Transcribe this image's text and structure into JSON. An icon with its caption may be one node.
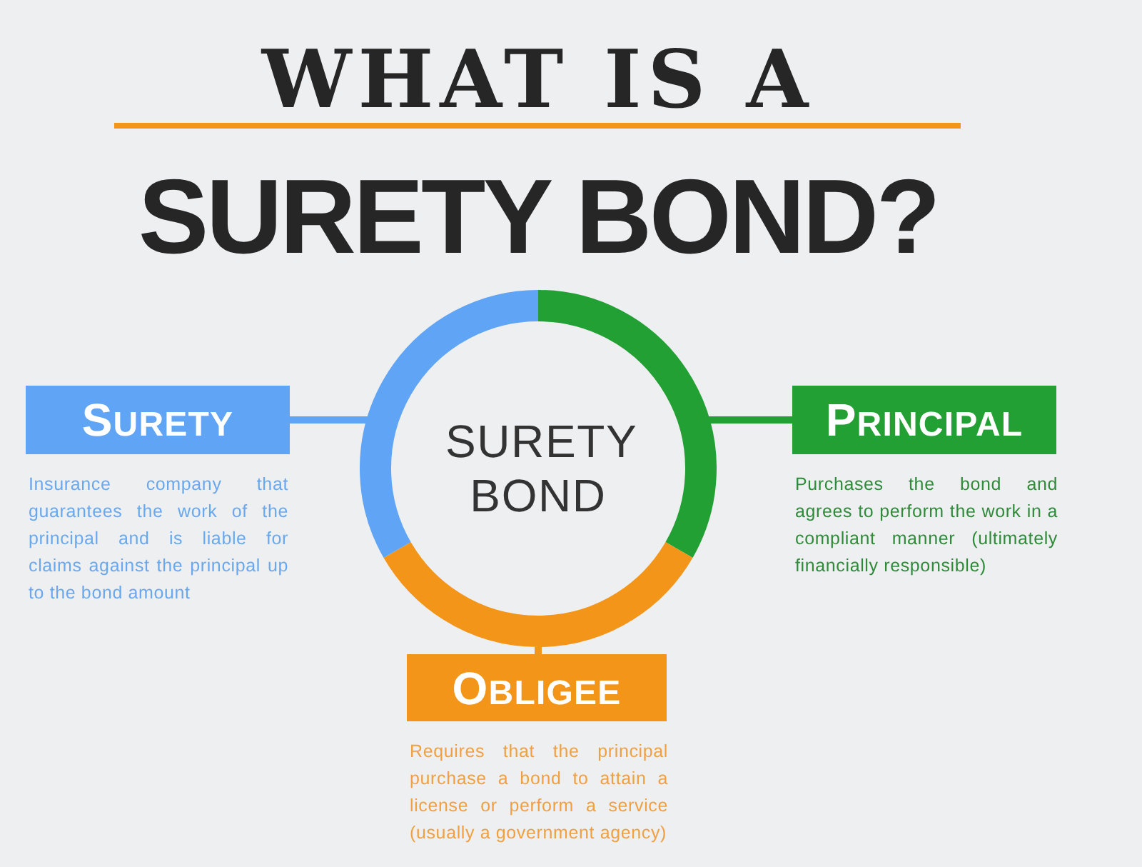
{
  "diagram": {
    "title": "WHAT IS A SURETY BOND?",
    "nodes": [
      {
        "text": [
          "SURETY BOND"
        ]
      },
      {
        "text": [
          "SURETY"
        ],
        "beside": [
          "Insurance company that guarantees the work of the principal and is liable for claims against the principal up to the bond amount"
        ]
      },
      {
        "text": [
          "PRINCIPAL"
        ],
        "beside": [
          "Purchases the bond and agrees to perform the work in a compliant manner (ultimately financially responsible)"
        ]
      },
      {
        "text": [
          "OBLIGEE"
        ],
        "beside": [
          "Requires that the principal purchase a bond to attain a license or perform a service (usually a government agency)"
        ]
      }
    ],
    "edges": [
      {
        "from": 0,
        "to": 1,
        "arrow": "none",
        "color": "#60a5f5"
      },
      {
        "from": 0,
        "to": 2,
        "arrow": "none",
        "color": "#22a033"
      },
      {
        "from": 0,
        "to": 3,
        "arrow": "none",
        "color": "#f39519"
      }
    ]
  }
}
